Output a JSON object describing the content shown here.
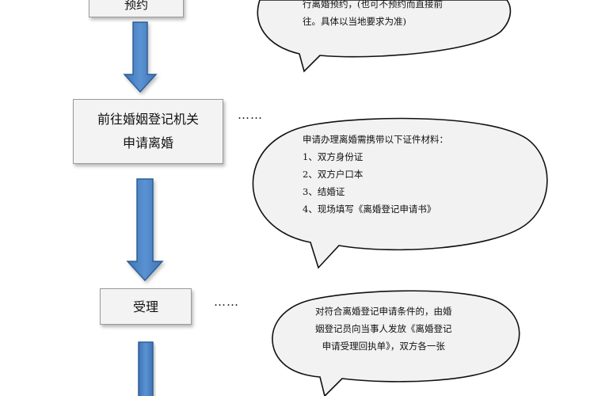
{
  "steps": {
    "top_box_label": "预约",
    "register_line1": "前往婚姻登记机关",
    "register_line2": "申请离婚",
    "accept_label": "受理"
  },
  "connectors": {
    "dots1": "……",
    "dots2": "……"
  },
  "bubbles": {
    "top": {
      "line1": "行离婚预约，(也可不预约而直接前",
      "line2": "往。具体以当地要求为准)"
    },
    "middle": {
      "heading": "申请办理离婚需携带以下证件材料：",
      "item1": "1、双方身份证",
      "item2": "2、双方户口本",
      "item3": "3、结婚证",
      "item4": "4、现场填写《离婚登记申请书》"
    },
    "bottom": {
      "line1": "对符合离婚登记申请条件的，由婚",
      "line2": "姻登记员向当事人发放《离婚登记",
      "line3": "申请受理回执单》，双方各一张"
    }
  },
  "colors": {
    "arrow_fill": "#4f86c6",
    "arrow_stroke": "#2f5f96",
    "bubble_fill": "#f2f2f2",
    "bubble_stroke": "#111111",
    "box_fill": "#f3f3f3"
  }
}
